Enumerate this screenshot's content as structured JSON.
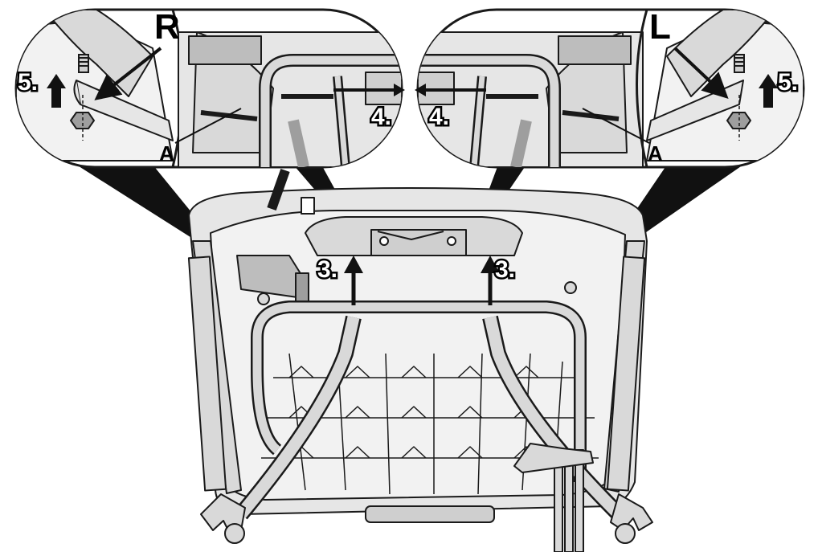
{
  "figure": {
    "labels": {
      "side_right": "R",
      "side_left": "L",
      "part_a_right": "A",
      "part_a_left": "A",
      "step3_left": "3.",
      "step3_right": "3.",
      "step4_left": "4.",
      "step4_right": "4.",
      "step5_left": "5.",
      "step5_right": "5."
    },
    "colors": {
      "outline": "#1a1a1a",
      "metal_fill": "#d9d9d9",
      "deck_fill": "#e6e6e6",
      "detail_fill": "#f2f2f2",
      "pointer_fill": "#111111",
      "background": "#ffffff"
    },
    "icons": [
      "arrow-up-icon",
      "double-arrow-icon",
      "bolt-icon",
      "nut-icon"
    ]
  }
}
